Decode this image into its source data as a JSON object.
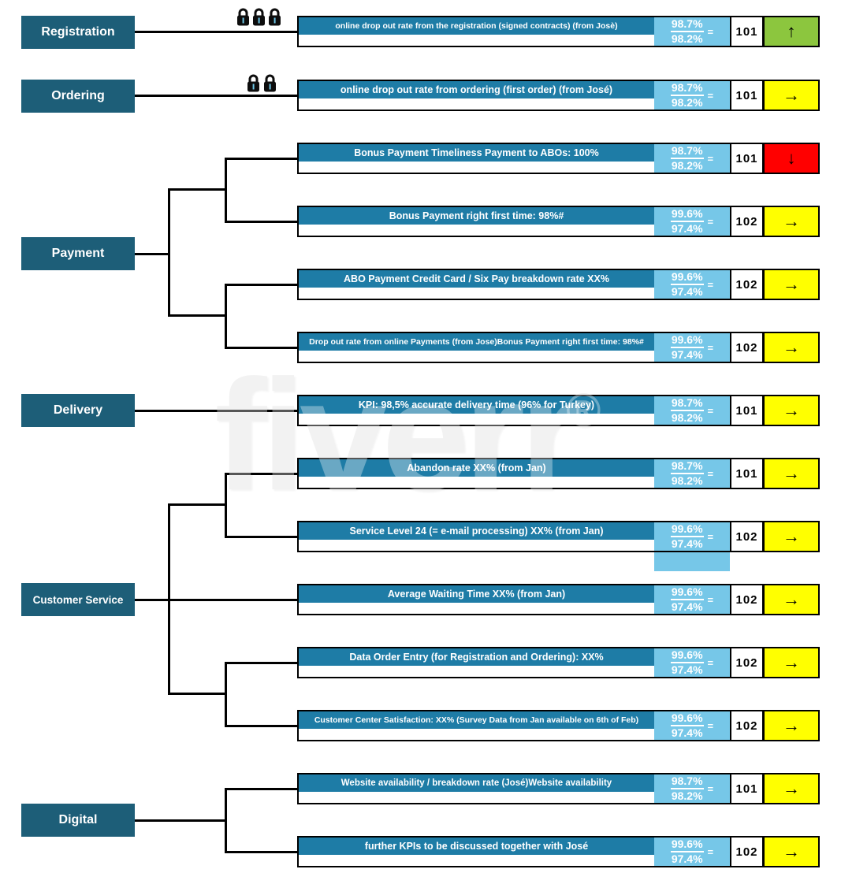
{
  "watermark": {
    "brand": "fiverr",
    "registered_mark": "®"
  },
  "arrow_glyphs": {
    "up": "↑",
    "right": "→",
    "down": "↓"
  },
  "status_colors": {
    "up": "#8cc63e",
    "right": "#ffff00",
    "down": "#ff0000"
  },
  "theme": {
    "category_bg": "#1d5e78",
    "bar_bg": "#1e7ca6",
    "fraction_bg": "#76c7e8"
  },
  "categories": [
    {
      "label": "Registration",
      "icon_count": 3
    },
    {
      "label": "Ordering",
      "icon_count": 2
    },
    {
      "label": "Payment",
      "icon_count": 0
    },
    {
      "label": "Delivery",
      "icon_count": 0
    },
    {
      "label": "Customer Service",
      "icon_count": 0
    },
    {
      "label": "Digital",
      "icon_count": 0
    }
  ],
  "rows": [
    {
      "category": "Registration",
      "label": "online drop out rate from the registration (signed contracts) (from Josè)",
      "value_top": "98.7%",
      "value_bottom": "98.2%",
      "equals": "=",
      "score": "101",
      "status": "up"
    },
    {
      "category": "Ordering",
      "label": "online drop out rate from ordering (first order) (from José)",
      "value_top": "98.7%",
      "value_bottom": "98.2%",
      "equals": "=",
      "score": "101",
      "status": "right"
    },
    {
      "category": "Payment",
      "label": "Bonus Payment Timeliness Payment to ABOs: 100%",
      "value_top": "98.7%",
      "value_bottom": "98.2%",
      "equals": "=",
      "score": "101",
      "status": "down"
    },
    {
      "category": "Payment",
      "label": "Bonus Payment right first time: 98%#",
      "value_top": "99.6%",
      "value_bottom": "97.4%",
      "equals": "=",
      "score": "102",
      "status": "right"
    },
    {
      "category": "Payment",
      "label": "ABO Payment Credit Card / Six Pay breakdown rate XX%",
      "value_top": "99.6%",
      "value_bottom": "97.4%",
      "equals": "=",
      "score": "102",
      "status": "right"
    },
    {
      "category": "Payment",
      "label": "Drop out rate from online Payments (from Jose)Bonus Payment right first time: 98%#",
      "value_top": "99.6%",
      "value_bottom": "97.4%",
      "equals": "=",
      "score": "102",
      "status": "right"
    },
    {
      "category": "Delivery",
      "label": "KPI: 98,5% accurate delivery time (96% for Turkey)",
      "value_top": "98.7%",
      "value_bottom": "98.2%",
      "equals": "=",
      "score": "101",
      "status": "right"
    },
    {
      "category": "Customer Service",
      "label": "Abandon rate XX% (from Jan)",
      "value_top": "98.7%",
      "value_bottom": "98.2%",
      "equals": "=",
      "score": "101",
      "status": "right"
    },
    {
      "category": "Customer Service",
      "label": "Service Level 24 (= e-mail processing) XX% (from Jan)",
      "value_top": "99.6%",
      "value_bottom": "97.4%",
      "equals": "=",
      "score": "102",
      "status": "right",
      "extra_tab": true
    },
    {
      "category": "Customer Service",
      "label": "Average Waiting Time XX% (from Jan)",
      "value_top": "99.6%",
      "value_bottom": "97.4%",
      "equals": "=",
      "score": "102",
      "status": "right"
    },
    {
      "category": "Customer Service",
      "label": "Data Order Entry (for Registration and Ordering): XX%",
      "value_top": "99.6%",
      "value_bottom": "97.4%",
      "equals": "=",
      "score": "102",
      "status": "right"
    },
    {
      "category": "Customer Service",
      "label": "Customer Center Satisfaction: XX% (Survey Data from Jan available on 6th of Feb)",
      "value_top": "99.6%",
      "value_bottom": "97.4%",
      "equals": "=",
      "score": "102",
      "status": "right"
    },
    {
      "category": "Digital",
      "label": "Website availability / breakdown rate (José)Website availability",
      "value_top": "98.7%",
      "value_bottom": "98.2%",
      "equals": "=",
      "score": "101",
      "status": "right"
    },
    {
      "category": "Digital",
      "label": "further KPIs to be discussed together with José",
      "value_top": "99.6%",
      "value_bottom": "97.4%",
      "equals": "=",
      "score": "102",
      "status": "right"
    }
  ]
}
